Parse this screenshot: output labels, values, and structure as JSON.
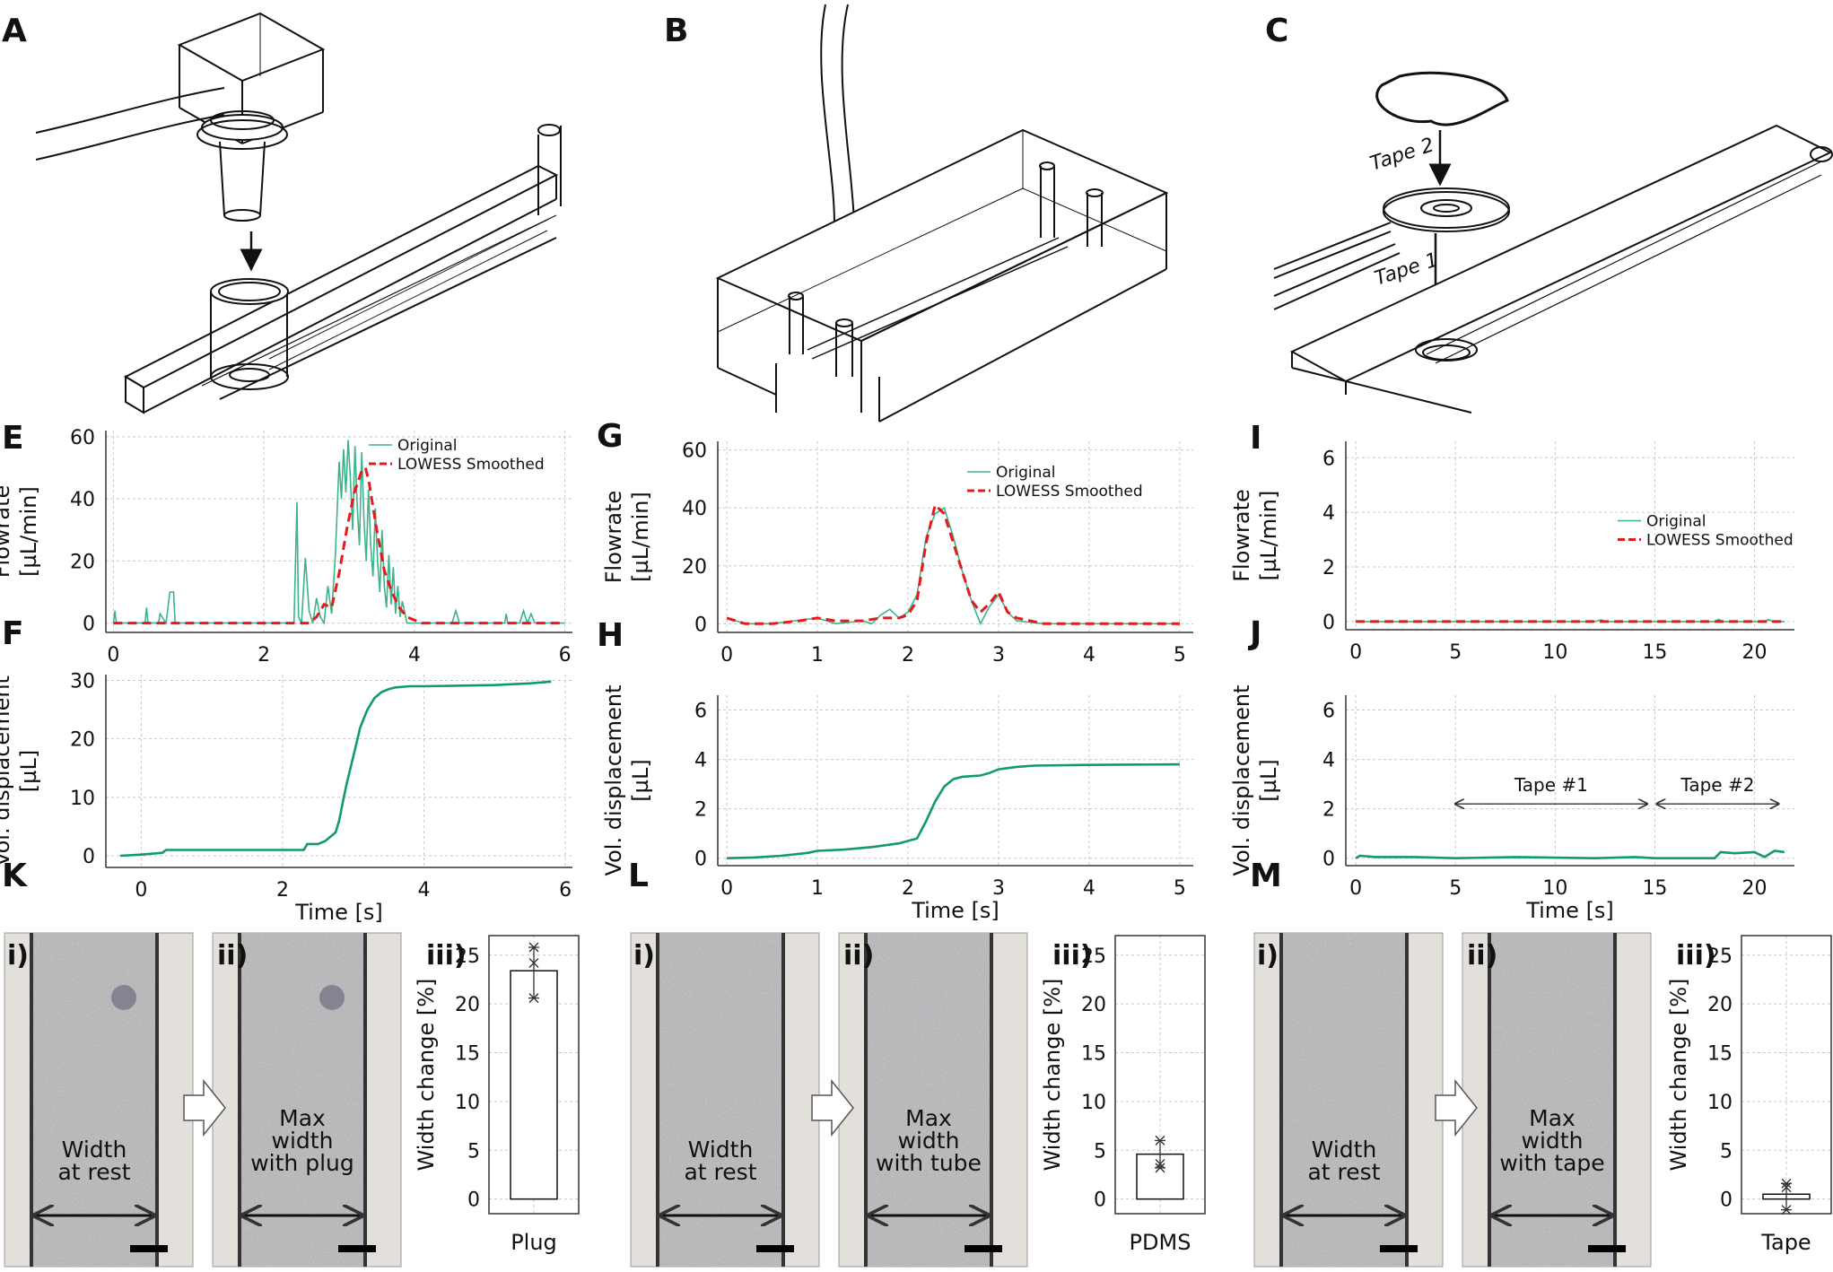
{
  "panels": {
    "A": "A",
    "B": "B",
    "C": "C",
    "E": "E",
    "F": "F",
    "G": "G",
    "H": "H",
    "I": "I",
    "J": "J",
    "K": "K",
    "L": "L",
    "M": "M"
  },
  "illustrations": {
    "C_tape2": "Tape 2",
    "C_tape1": "Tape 1"
  },
  "subpanel_labels": {
    "i": "i)",
    "ii": "ii)",
    "iii": "iii)"
  },
  "micrographs": {
    "K": {
      "rest": [
        "Width",
        "at rest"
      ],
      "max": [
        "Max",
        "width",
        "with plug"
      ]
    },
    "L": {
      "rest": [
        "Width",
        "at rest"
      ],
      "max": [
        "Max",
        "width",
        "with tube"
      ]
    },
    "M": {
      "rest": [
        "Width",
        "at rest"
      ],
      "max": [
        "Max",
        "width",
        "with tape"
      ]
    }
  },
  "colors": {
    "original": "#3cb38a",
    "smoothed": "#e41a1c",
    "vol": "#119a6e",
    "grid": "#c8c8c8",
    "axis": "#333333"
  },
  "chart_data": [
    {
      "id": "E",
      "type": "line",
      "ylabel": [
        "Flowrate",
        "[µL/min]"
      ],
      "xlabel": "",
      "xlim": [
        -0.1,
        6.1
      ],
      "ylim": [
        -3,
        62
      ],
      "xticks": [
        0,
        2,
        4,
        6
      ],
      "yticks": [
        0,
        20,
        40,
        60
      ],
      "legend": {
        "position": "top-right",
        "entries": [
          "Original",
          "LOWESS Smoothed"
        ]
      },
      "series": [
        {
          "name": "Original",
          "style": "thin",
          "x": [
            0,
            0.02,
            0.04,
            0.06,
            0.3,
            0.42,
            0.44,
            0.46,
            0.6,
            0.62,
            0.7,
            0.75,
            0.8,
            0.82,
            2.4,
            2.44,
            2.46,
            2.5,
            2.55,
            2.6,
            2.65,
            2.7,
            2.75,
            2.8,
            2.85,
            2.9,
            2.95,
            3.0,
            3.03,
            3.06,
            3.09,
            3.12,
            3.15,
            3.18,
            3.21,
            3.24,
            3.27,
            3.3,
            3.33,
            3.36,
            3.39,
            3.42,
            3.45,
            3.48,
            3.51,
            3.54,
            3.57,
            3.6,
            3.63,
            3.66,
            3.69,
            3.72,
            3.75,
            3.78,
            3.81,
            3.84,
            3.9,
            3.95,
            4.0,
            4.1,
            4.5,
            4.55,
            4.6,
            5.0,
            5.2,
            5.22,
            5.24,
            5.4,
            5.45,
            5.5,
            5.55,
            5.6,
            6.0
          ],
          "y": [
            0,
            4,
            0,
            0,
            0,
            0,
            5,
            0,
            0,
            3,
            0,
            10,
            10,
            0,
            0,
            39,
            2,
            0,
            21,
            4,
            0,
            8,
            2,
            0,
            12,
            3,
            22,
            52,
            40,
            56,
            42,
            59,
            46,
            30,
            57,
            38,
            25,
            55,
            33,
            20,
            43,
            25,
            15,
            37,
            20,
            10,
            30,
            12,
            5,
            22,
            6,
            18,
            3,
            12,
            2,
            7,
            0,
            0,
            0,
            0,
            0,
            4,
            0,
            0,
            0,
            3,
            0,
            0,
            4,
            0,
            3,
            0,
            0
          ]
        },
        {
          "name": "LOWESS Smoothed",
          "style": "dashed",
          "x": [
            0,
            2.6,
            2.7,
            2.8,
            2.9,
            3.0,
            3.1,
            3.2,
            3.3,
            3.35,
            3.4,
            3.5,
            3.6,
            3.7,
            3.8,
            3.9,
            4.0,
            4.1,
            6.0
          ],
          "y": [
            0,
            0,
            2,
            6,
            5,
            16,
            30,
            42,
            49,
            50,
            45,
            30,
            17,
            10,
            5,
            2,
            1,
            0,
            0
          ]
        }
      ]
    },
    {
      "id": "F",
      "type": "line",
      "ylabel": [
        "Vol. displacement",
        "[µL]"
      ],
      "xlabel": "Time [s]",
      "xlim": [
        -0.5,
        6.1
      ],
      "ylim": [
        -2,
        31
      ],
      "xticks": [
        0,
        2,
        4,
        6
      ],
      "yticks": [
        0,
        10,
        20,
        30
      ],
      "series": [
        {
          "name": "Volume",
          "x": [
            -0.3,
            0,
            0.3,
            0.35,
            0.5,
            1,
            2,
            2.3,
            2.35,
            2.5,
            2.6,
            2.7,
            2.75,
            2.8,
            2.85,
            2.9,
            3.0,
            3.1,
            3.2,
            3.3,
            3.4,
            3.5,
            3.6,
            3.8,
            4,
            5,
            5.5,
            5.8
          ],
          "y": [
            0,
            0.2,
            0.5,
            1,
            1,
            1,
            1,
            1,
            2,
            2,
            2.5,
            3.5,
            4,
            6,
            9,
            12,
            17,
            22,
            25,
            27,
            28,
            28.5,
            28.8,
            29,
            29,
            29.2,
            29.5,
            29.8
          ]
        }
      ]
    },
    {
      "id": "G",
      "type": "line",
      "ylabel": [
        "Flowrate",
        "[µL/min]"
      ],
      "xlabel": "",
      "xlim": [
        -0.1,
        5.15
      ],
      "ylim": [
        -3,
        63
      ],
      "xticks": [
        0,
        1,
        2,
        3,
        4,
        5
      ],
      "yticks": [
        0,
        20,
        40,
        60
      ],
      "legend": {
        "position": "top-right",
        "entries": [
          "Original",
          "LOWESS Smoothed"
        ]
      },
      "series": [
        {
          "name": "Original",
          "style": "thin",
          "x": [
            0,
            0.2,
            0.5,
            1,
            1.2,
            1.5,
            1.6,
            1.7,
            1.8,
            1.9,
            2.0,
            2.1,
            2.2,
            2.3,
            2.4,
            2.5,
            2.6,
            2.7,
            2.8,
            2.9,
            3.0,
            3.1,
            3.2,
            3.5,
            4,
            4.5,
            5
          ],
          "y": [
            2,
            0,
            0,
            2,
            0,
            1,
            0,
            3,
            5,
            2,
            4,
            10,
            30,
            38,
            40,
            30,
            18,
            8,
            0,
            6,
            10,
            4,
            1,
            0,
            0,
            0,
            0
          ]
        },
        {
          "name": "LOWESS Smoothed",
          "style": "dashed",
          "x": [
            0,
            0.2,
            0.5,
            0.8,
            1,
            1.2,
            1.5,
            1.7,
            1.9,
            2.0,
            2.1,
            2.2,
            2.3,
            2.4,
            2.5,
            2.6,
            2.7,
            2.8,
            2.9,
            3.0,
            3.1,
            3.2,
            3.5,
            4,
            4.5,
            5
          ],
          "y": [
            2,
            0,
            0,
            1,
            2,
            1,
            1,
            2,
            2,
            3,
            8,
            28,
            41,
            38,
            28,
            18,
            8,
            4,
            7,
            11,
            4,
            2,
            0,
            0,
            0,
            0
          ]
        }
      ]
    },
    {
      "id": "H",
      "type": "line",
      "ylabel": [
        "Vol. displacement",
        "[µL]"
      ],
      "xlabel": "Time [s]",
      "xlim": [
        -0.1,
        5.15
      ],
      "ylim": [
        -0.3,
        6.6
      ],
      "xticks": [
        0,
        1,
        2,
        3,
        4,
        5
      ],
      "yticks": [
        0,
        2,
        4,
        6
      ],
      "series": [
        {
          "name": "Volume",
          "x": [
            0,
            0.3,
            0.6,
            0.9,
            1,
            1.3,
            1.6,
            1.9,
            2.1,
            2.2,
            2.3,
            2.4,
            2.5,
            2.6,
            2.8,
            2.9,
            3.0,
            3.2,
            3.4,
            4,
            5
          ],
          "y": [
            0,
            0.03,
            0.1,
            0.22,
            0.3,
            0.35,
            0.45,
            0.6,
            0.8,
            1.5,
            2.3,
            2.9,
            3.2,
            3.3,
            3.35,
            3.45,
            3.6,
            3.7,
            3.75,
            3.78,
            3.8
          ]
        }
      ]
    },
    {
      "id": "I",
      "type": "line",
      "ylabel": [
        "Flowrate",
        "[µL/min]"
      ],
      "xlabel": "",
      "xlim": [
        -0.5,
        22
      ],
      "ylim": [
        -0.3,
        6.6
      ],
      "xticks": [
        0,
        5,
        10,
        15,
        20
      ],
      "yticks": [
        0,
        2,
        4,
        6
      ],
      "legend": {
        "position": "center-right",
        "entries": [
          "Original",
          "LOWESS Smoothed"
        ]
      },
      "series": [
        {
          "name": "Original",
          "style": "thin",
          "x": [
            0,
            12,
            12.3,
            12.5,
            18,
            18.2,
            18.4,
            20.5,
            20.7,
            20.9,
            21.5
          ],
          "y": [
            0,
            0,
            0.06,
            0,
            0,
            0.08,
            0,
            0,
            0.07,
            0,
            0
          ]
        },
        {
          "name": "LOWESS Smoothed",
          "style": "dashed",
          "x": [
            0,
            21.5
          ],
          "y": [
            0,
            0
          ]
        }
      ]
    },
    {
      "id": "J",
      "type": "line",
      "ylabel": [
        "Vol. displacement",
        "[µL]"
      ],
      "xlabel": "Time [s]",
      "xlim": [
        -0.5,
        22
      ],
      "ylim": [
        -0.3,
        6.6
      ],
      "xticks": [
        0,
        5,
        10,
        15,
        20
      ],
      "yticks": [
        0,
        2,
        4,
        6
      ],
      "annotations": [
        {
          "text": "Tape #1",
          "x1": 5,
          "x2": 14.6,
          "y": 2.2
        },
        {
          "text": "Tape #2",
          "x1": 15.1,
          "x2": 21.2,
          "y": 2.2
        }
      ],
      "series": [
        {
          "name": "Volume",
          "x": [
            0,
            0.2,
            1,
            3,
            5,
            8,
            12,
            14,
            15,
            18,
            18.3,
            19,
            20,
            20.5,
            21,
            21.5
          ],
          "y": [
            0,
            0.1,
            0.05,
            0.05,
            0,
            0.05,
            0,
            0.05,
            0,
            0,
            0.25,
            0.2,
            0.25,
            0.05,
            0.3,
            0.25
          ]
        }
      ]
    },
    {
      "id": "K",
      "type": "bar",
      "ylabel": "Width change [%]",
      "categories": [
        "Plug"
      ],
      "values": [
        23.4
      ],
      "points": [
        25.8,
        24.2,
        20.6
      ],
      "err": [
        20.6,
        25.8
      ],
      "ylim": [
        -1.5,
        27
      ],
      "yticks": [
        0,
        5,
        10,
        15,
        20,
        25
      ]
    },
    {
      "id": "L",
      "type": "bar",
      "ylabel": "Width change [%]",
      "categories": [
        "PDMS"
      ],
      "values": [
        4.6
      ],
      "points": [
        6.0,
        3.6,
        3.2
      ],
      "err": [
        3.2,
        6.0
      ],
      "ylim": [
        -1.5,
        27
      ],
      "yticks": [
        0,
        5,
        10,
        15,
        20,
        25
      ]
    },
    {
      "id": "M",
      "type": "bar",
      "ylabel": "Width change [%]",
      "categories": [
        "Tape"
      ],
      "values": [
        0.5
      ],
      "points": [
        1.6,
        1.2,
        -1.1
      ],
      "err": [
        -1.1,
        1.6
      ],
      "ylim": [
        -1.5,
        27
      ],
      "yticks": [
        0,
        5,
        10,
        15,
        20,
        25
      ]
    }
  ]
}
